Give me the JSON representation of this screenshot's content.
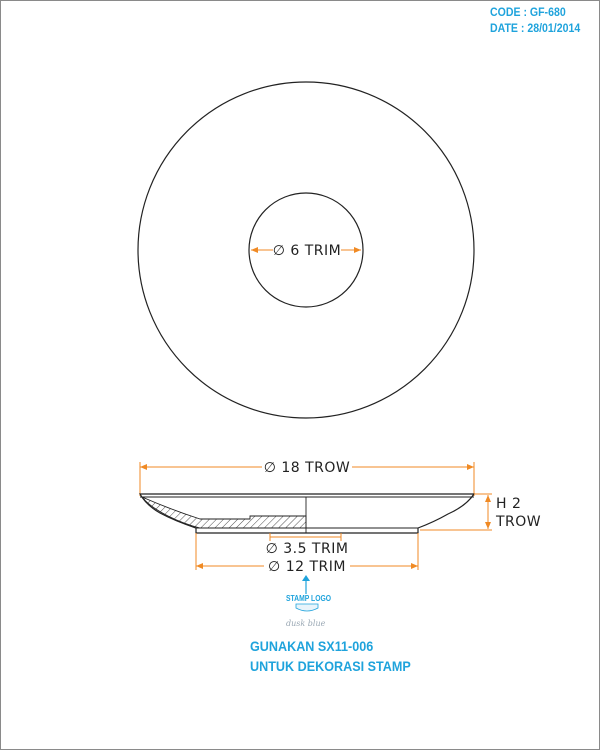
{
  "meta": {
    "code": "CODE : GF-680",
    "date": "DATE : 28/01/2014"
  },
  "top_view": {
    "inner_diameter_label": "∅ 6 TRIM"
  },
  "side_view": {
    "outer_diameter_label": "∅ 18 TROW",
    "height_label_line1": "H 2",
    "height_label_line2": "TROW",
    "recess_diameter_label": "∅ 3.5 TRIM",
    "base_diameter_label": "∅ 12 TRIM"
  },
  "stamp": {
    "label": "STAMP LOGO",
    "signature": "dusk blue"
  },
  "note": {
    "line1": "GUNAKAN SX11-006",
    "line2": "UNTUK DEKORASI STAMP"
  },
  "colors": {
    "accent_blue": "#1fa3dc",
    "dimension_orange": "#f08a24",
    "outline": "#222222"
  }
}
